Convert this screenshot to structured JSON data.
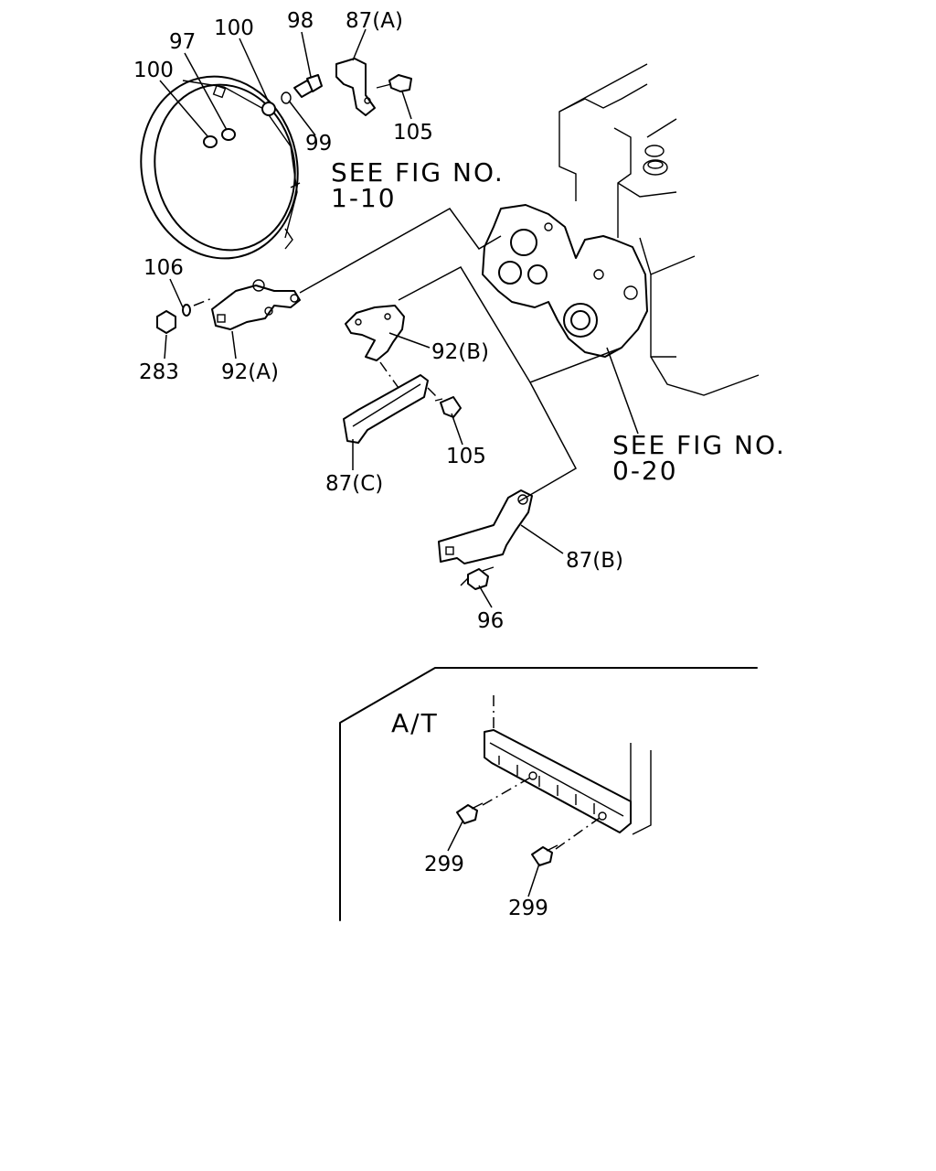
{
  "callouts": {
    "p97": "97",
    "p100_top": "100",
    "p100_left": "100",
    "p98": "98",
    "p87a": "87(A)",
    "p99": "99",
    "p105_top": "105",
    "p106": "106",
    "p283": "283",
    "p92a": "92(A)",
    "p92b": "92(B)",
    "p105_mid": "105",
    "p87c": "87(C)",
    "p87b": "87(B)",
    "p96": "96",
    "p299_a": "299",
    "p299_b": "299"
  },
  "references": {
    "fig_1_10_line1": "SEE FIG NO.",
    "fig_1_10_line2": "1-10",
    "fig_0_20_line1": "SEE FIG NO.",
    "fig_0_20_line2": "0-20"
  },
  "inset": {
    "label": "A/T"
  }
}
